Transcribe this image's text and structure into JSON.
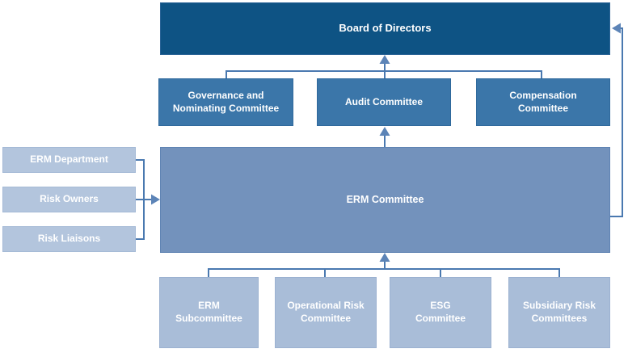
{
  "diagram_type": "org-chart",
  "colors": {
    "board_fill": "#0e5384",
    "board_border": "#2a6396",
    "committee_fill": "#3b76a9",
    "committee_border": "#2f699c",
    "erm_fill": "#7392bc",
    "erm_border": "#5f84b3",
    "left_fill": "#b3c5dd",
    "left_border": "#a5bad6",
    "sub_fill": "#a9bdd8",
    "sub_border": "#9cb2d1",
    "line_color": "#4a79b0",
    "arrow_fill": "#5c84b7",
    "label_color": "#ffffff"
  },
  "nodes": {
    "board": {
      "label": "Board of Directors"
    },
    "governance_nominating": {
      "label": "Governance and\nNominating Committee"
    },
    "audit": {
      "label": "Audit Committee"
    },
    "compensation": {
      "label": "Compensation\nCommittee"
    },
    "erm_committee": {
      "label": "ERM Committee"
    },
    "erm_department": {
      "label": "ERM Department"
    },
    "risk_owners": {
      "label": "Risk Owners"
    },
    "risk_liaisons": {
      "label": "Risk Liaisons"
    },
    "erm_subcommittee": {
      "label": "ERM\nSubcommittee"
    },
    "operational_risk": {
      "label": "Operational Risk\nCommittee"
    },
    "esg": {
      "label": "ESG\nCommittee"
    },
    "subsidiary_risk": {
      "label": "Subsidiary Risk\nCommittees"
    }
  },
  "edges": [
    {
      "from": "governance_nominating",
      "to": "board",
      "arrow": false,
      "route": "top-tree"
    },
    {
      "from": "audit",
      "to": "board",
      "arrow": true,
      "route": "top-tree"
    },
    {
      "from": "compensation",
      "to": "board",
      "arrow": false,
      "route": "top-tree"
    },
    {
      "from": "erm_committee",
      "to": "audit",
      "arrow": true,
      "route": "direct-up"
    },
    {
      "from": "erm_committee",
      "to": "board",
      "arrow": true,
      "route": "right-side-loop"
    },
    {
      "from": "erm_department",
      "to": "erm_committee",
      "arrow": true,
      "route": "left-bracket"
    },
    {
      "from": "risk_owners",
      "to": "erm_committee",
      "arrow": true,
      "route": "left-bracket"
    },
    {
      "from": "risk_liaisons",
      "to": "erm_committee",
      "arrow": true,
      "route": "left-bracket"
    },
    {
      "from": "erm_subcommittee",
      "to": "erm_committee",
      "arrow": true,
      "route": "bottom-tree"
    },
    {
      "from": "operational_risk",
      "to": "erm_committee",
      "arrow": true,
      "route": "bottom-tree"
    },
    {
      "from": "esg",
      "to": "erm_committee",
      "arrow": true,
      "route": "bottom-tree"
    },
    {
      "from": "subsidiary_risk",
      "to": "erm_committee",
      "arrow": true,
      "route": "bottom-tree"
    }
  ]
}
